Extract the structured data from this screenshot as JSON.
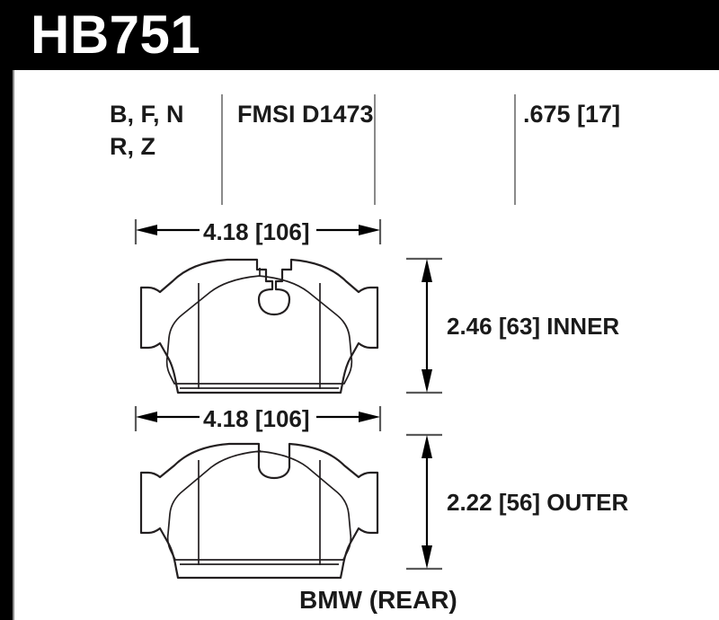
{
  "header": {
    "part_number": "HB751"
  },
  "spec_row": {
    "compounds_line1": "B, F, N",
    "compounds_line2": "R, Z",
    "fmsi": "FMSI D1473",
    "thickness": ".675 [17]"
  },
  "inner_pad": {
    "width_label": "4.18 [106]",
    "height_label": "2.46 [63] INNER"
  },
  "outer_pad": {
    "width_label": "4.18 [106]",
    "height_label": "2.22 [56] OUTER"
  },
  "caption": "BMW (REAR)",
  "colors": {
    "header_background": "#000000",
    "header_text": "#ffffff",
    "body_background": "#ffffff",
    "line": "#231f20",
    "divider": "#8a8a8a",
    "text": "#1a1a1a"
  }
}
